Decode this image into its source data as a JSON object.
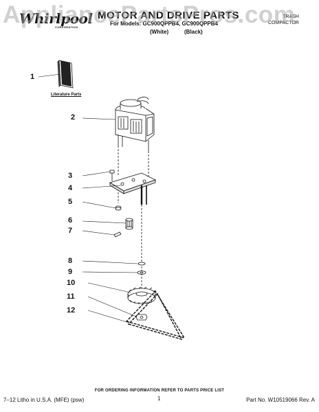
{
  "header": {
    "brand": "Whirlpool",
    "brand_sub": "CORPORATION",
    "title": "MOTOR AND DRIVE PARTS",
    "models_line": "For Models: GC900QPPB4, GC900QPPB4",
    "color_white": "(White)",
    "color_black": "(Black)",
    "appliance_type_line1": "TRASH",
    "appliance_type_line2": "COMPACTOR"
  },
  "watermark": "AppliancePartsPros.com",
  "diagram": {
    "literature_label": "Literature Parts",
    "callouts": [
      "1",
      "2",
      "3",
      "4",
      "5",
      "6",
      "7",
      "8",
      "9",
      "10",
      "11",
      "12"
    ]
  },
  "footer": {
    "ordering_note": "FOR ORDERING INFORMATION REFER TO PARTS PRICE LIST",
    "litho": "7–12 Litho in U.S.A. (MFE) (psw)",
    "page_number": "1",
    "part_no": "Part No. W10519066 Rev. A"
  }
}
